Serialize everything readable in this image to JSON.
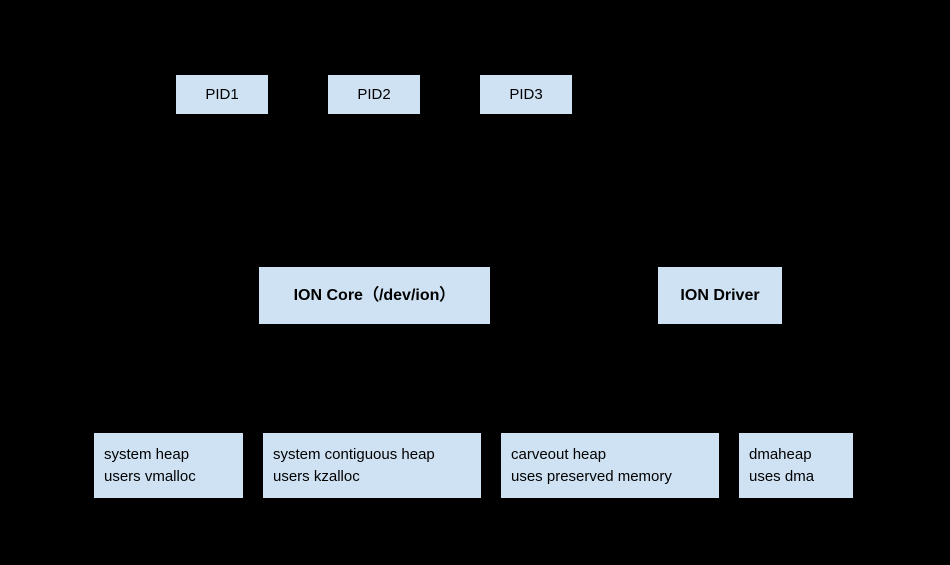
{
  "colors": {
    "background": "#000000",
    "box_fill": "#cfe2f3",
    "box_border": "#000000",
    "text": "#000000"
  },
  "diagram": {
    "clients": [
      {
        "label": "PID1"
      },
      {
        "label": "PID2"
      },
      {
        "label": "PID3"
      }
    ],
    "core": {
      "label": "ION Core（/dev/ion）"
    },
    "driver": {
      "label": "ION Driver"
    },
    "heaps": [
      {
        "line1": "system heap",
        "line2": "users vmalloc"
      },
      {
        "line1": "system contiguous heap",
        "line2": "users kzalloc"
      },
      {
        "line1": "carveout heap",
        "line2": "uses preserved memory"
      },
      {
        "line1": "dmaheap",
        "line2": "uses dma"
      }
    ]
  }
}
